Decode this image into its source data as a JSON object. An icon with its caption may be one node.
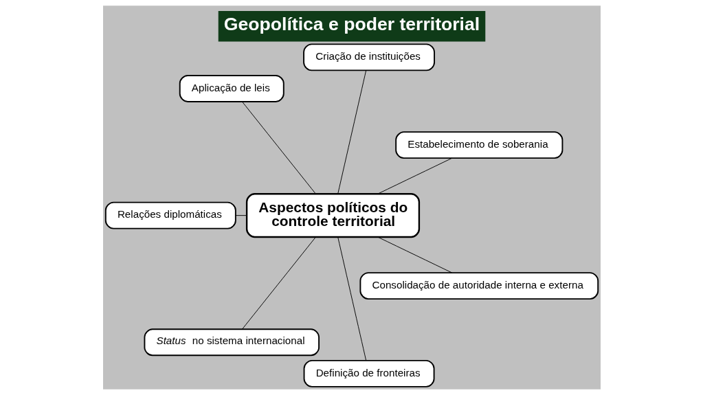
{
  "diagram": {
    "title": "Geopolítica e poder territorial",
    "nodes": [
      {
        "text": [
          "Estabelecimento de soberania"
        ]
      },
      {
        "text": [
          "Criação de instituições"
        ]
      },
      {
        "text": [
          "Aplicação de leis"
        ]
      },
      {
        "text": [
          "Relações diplomáticas"
        ]
      },
      {
        "text": [
          "Aspectos políticos do controle territorial"
        ]
      },
      {
        "text": [
          "*Status* no sistema internacional"
        ]
      },
      {
        "text": [
          "Definição de fronteiras"
        ]
      },
      {
        "text": [
          "Consolidação de autoridade interna e externa"
        ]
      }
    ],
    "edges": [
      {
        "from": 4,
        "to": 0,
        "arrow": "none"
      },
      {
        "from": 4,
        "to": 1,
        "arrow": "none"
      },
      {
        "from": 4,
        "to": 2,
        "arrow": "none"
      },
      {
        "from": 4,
        "to": 3,
        "arrow": "none"
      },
      {
        "from": 4,
        "to": 5,
        "arrow": "none"
      },
      {
        "from": 4,
        "to": 6,
        "arrow": "none"
      },
      {
        "from": 4,
        "to": 7,
        "arrow": "none"
      }
    ]
  }
}
